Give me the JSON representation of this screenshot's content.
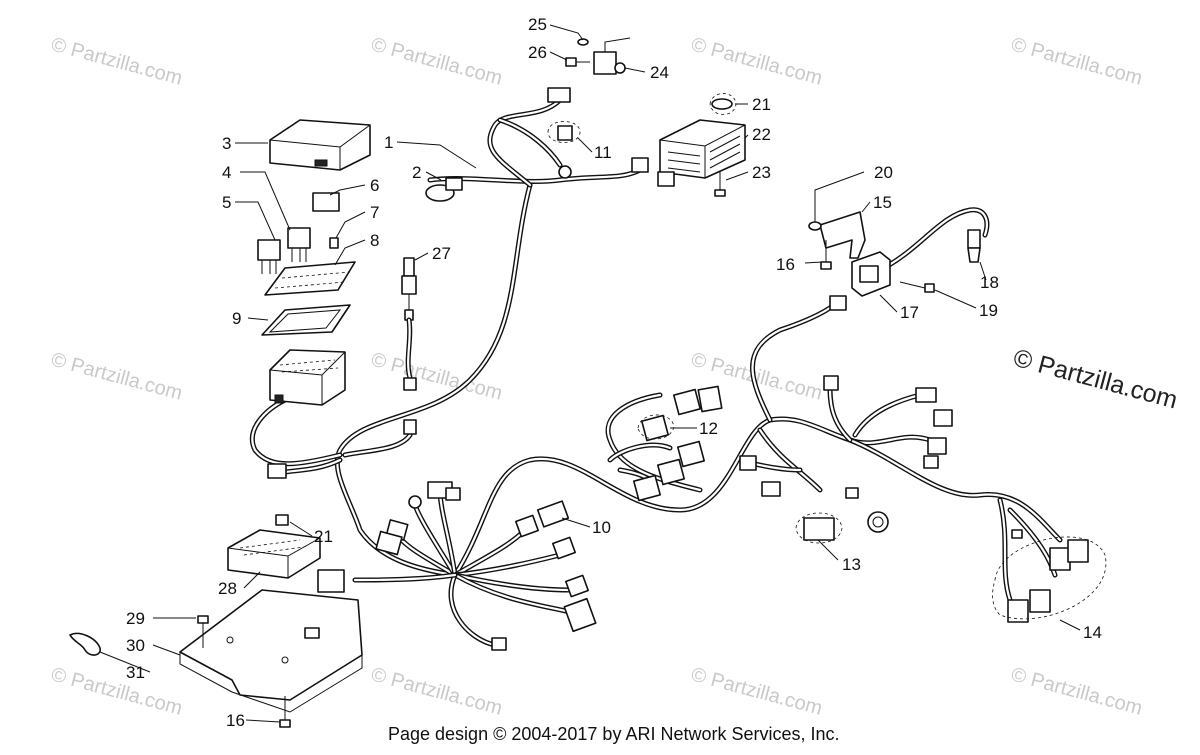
{
  "watermarks": {
    "text": "© Partzilla.com",
    "large_text": "© Partzilla.com"
  },
  "footer": {
    "text": "Page design © 2004-2017 by ARI Network Services, Inc."
  },
  "callouts": [
    {
      "number": "1"
    },
    {
      "number": "2"
    },
    {
      "number": "3"
    },
    {
      "number": "4"
    },
    {
      "number": "5"
    },
    {
      "number": "6"
    },
    {
      "number": "7"
    },
    {
      "number": "8"
    },
    {
      "number": "9"
    },
    {
      "number": "10"
    },
    {
      "number": "11"
    },
    {
      "number": "12"
    },
    {
      "number": "13"
    },
    {
      "number": "14"
    },
    {
      "number": "15"
    },
    {
      "number": "16"
    },
    {
      "number": "17"
    },
    {
      "number": "18"
    },
    {
      "number": "19"
    },
    {
      "number": "20"
    },
    {
      "number": "21"
    },
    {
      "number": "22"
    },
    {
      "number": "23"
    },
    {
      "number": "24"
    },
    {
      "number": "25"
    },
    {
      "number": "26"
    },
    {
      "number": "27"
    },
    {
      "number": "28"
    },
    {
      "number": "29"
    },
    {
      "number": "30"
    },
    {
      "number": "31"
    },
    {
      "number": "21"
    },
    {
      "number": "16"
    }
  ]
}
